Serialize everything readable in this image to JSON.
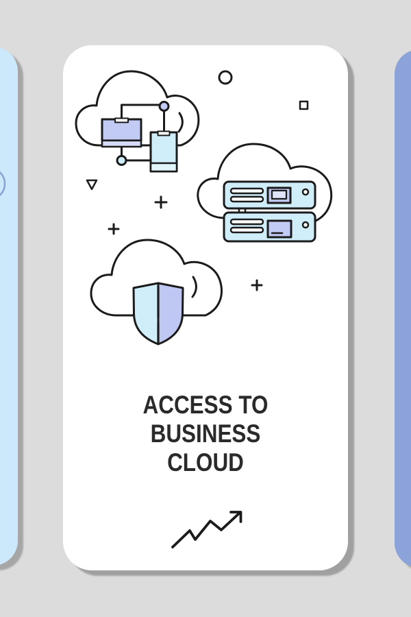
{
  "page": {
    "background_color": "#dcdcdc"
  },
  "carousel": {
    "previous_card": {
      "color": "#cbe9fb",
      "decoration": "circle-outline",
      "decoration_color": "#8c9fd6"
    },
    "next_card": {
      "color": "#8ba3d8"
    },
    "current_card": {
      "background_color": "#ffffff",
      "title_lines": [
        "ACCESS TO",
        "BUSINESS",
        "CLOUD"
      ],
      "title_color": "#2a2a2a",
      "illustrations": [
        {
          "name": "cloud-devices-icon",
          "desc": "cloud with connected desktop monitor and smartphone"
        },
        {
          "name": "cloud-servers-icon",
          "desc": "cloud with two stacked server racks"
        },
        {
          "name": "cloud-shield-icon",
          "desc": "cloud with two-tone security shield"
        },
        {
          "name": "growth-arrow-icon",
          "desc": "zigzag arrow trending up-right"
        }
      ],
      "decorations": [
        "circle-outline",
        "square-outline",
        "triangle-outline",
        "plus",
        "plus",
        "plus"
      ],
      "palette": {
        "outline": "#1b1b1b",
        "cyan": "#cfeefa",
        "cyan_light": "#e0f5fc",
        "lavender": "#c1cbf4",
        "lavender_light": "#d6dcf8"
      }
    }
  }
}
